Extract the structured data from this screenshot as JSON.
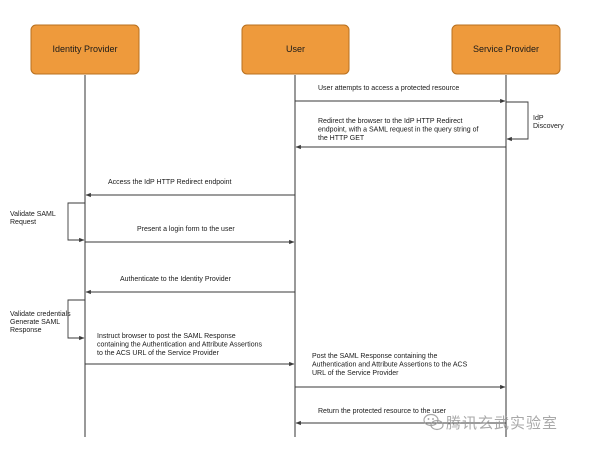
{
  "actors": {
    "identity_provider": "Identity Provider",
    "user": "User",
    "service_provider": "Service Provider"
  },
  "colors": {
    "actor_fill": "#ee9a3c",
    "actor_stroke": "#b8701f",
    "line": "#3a3a3a"
  },
  "messages": {
    "m1": [
      "User attempts to access a protected resource"
    ],
    "m2": [
      "Redirect the browser to the IdP HTTP Redirect",
      "endpoint, with a SAML request in the query string of",
      "the HTTP GET"
    ],
    "m3": [
      "Access the IdP HTTP Redirect endpoint"
    ],
    "m4": [
      "Present a login form to the user"
    ],
    "m5": [
      "Authenticate to the Identity Provider"
    ],
    "m6": [
      "Instruct browser to post the SAML Response",
      "containing the Authentication and Attribute Assertions",
      "to the ACS URL of the Service Provider"
    ],
    "m7": [
      "Post the SAML Response containing the",
      "Authentication and Attribute Assertions to the ACS",
      "URL of the Service Provider"
    ],
    "m8": [
      "Return the protected resource to the user"
    ]
  },
  "notes": {
    "idp_discovery": [
      "IdP",
      "Discovery"
    ],
    "validate_request": [
      "Validate SAML",
      "Request"
    ],
    "validate_credentials": [
      "Validate credentials",
      "Generate SAML",
      "Response"
    ]
  },
  "watermark": {
    "text": "腾讯玄武实验室",
    "icon": "wechat-logo-icon"
  }
}
